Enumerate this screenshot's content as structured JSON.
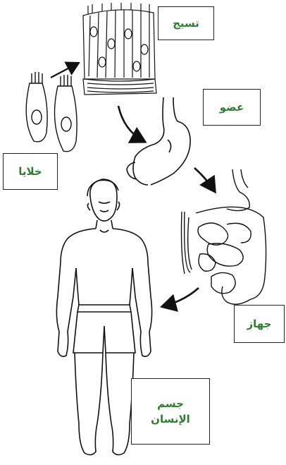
{
  "colors": {
    "label_text": "#2e7d32",
    "line": "#111111",
    "box_border": "#222222"
  },
  "labels": {
    "tissue": "تسيج",
    "cells": "خلايا",
    "organ": "عضو",
    "system": "جهاز",
    "body_line1": "جسم",
    "body_line2": "الإنسان"
  },
  "icons": {
    "tissue": "epithelial-tissue-illustration",
    "cells": "cells-illustration",
    "organ": "stomach-illustration",
    "system": "digestive-system-illustration",
    "body": "human-body-illustration"
  }
}
